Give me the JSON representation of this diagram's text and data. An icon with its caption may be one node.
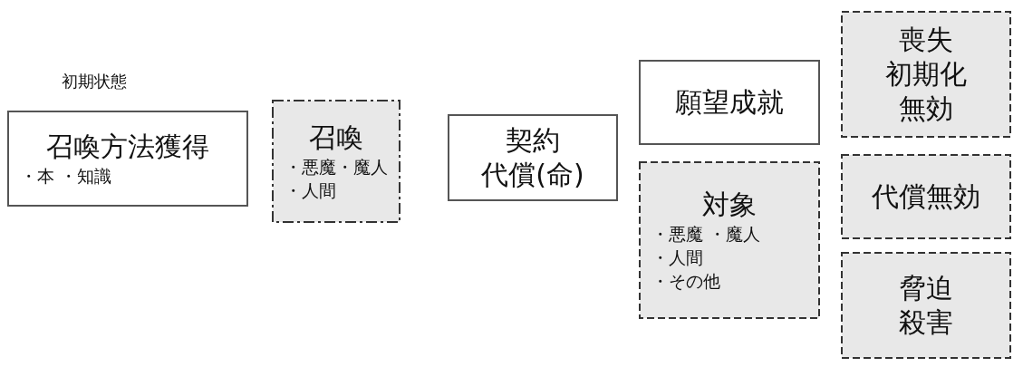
{
  "diagram": {
    "nodes": [
      {
        "text": [
          "召喚方法獲得",
          "・本 ・知識"
        ],
        "beside": [
          "初期状態"
        ]
      },
      {
        "text": [
          "召喚",
          "・悪魔・魔人",
          "・人間"
        ]
      },
      {
        "text": [
          "契約",
          "代償(命)"
        ]
      },
      {
        "text": [
          "願望成就"
        ]
      },
      {
        "text": [
          "対象",
          "・悪魔 ・魔人",
          "・人間",
          "・その他"
        ]
      },
      {
        "text": [
          "喪失",
          "初期化",
          "無効"
        ]
      },
      {
        "text": [
          "代償無効"
        ]
      },
      {
        "text": [
          "脅迫",
          "殺害"
        ]
      }
    ]
  }
}
